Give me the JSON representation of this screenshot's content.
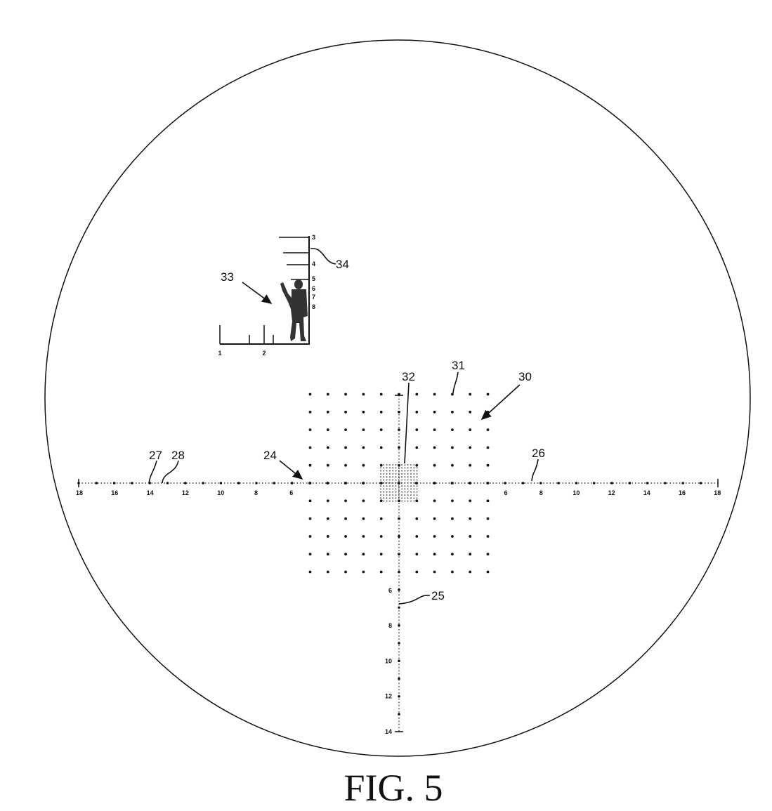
{
  "figure_label": "FIG. 5",
  "reticle": {
    "horizontal_left_labels": [
      "18",
      "16",
      "14",
      "12",
      "10",
      "8",
      "6"
    ],
    "horizontal_right_labels": [
      "6",
      "8",
      "10",
      "12",
      "14",
      "16",
      "18"
    ],
    "vertical_lower_labels": [
      "6",
      "8",
      "10",
      "12",
      "14"
    ],
    "dot_grid_size": 11
  },
  "rangefinder": {
    "vertical_labels": [
      "3",
      "4",
      "5",
      "6",
      "7",
      "8"
    ],
    "horizontal_labels": [
      "1",
      "2"
    ]
  },
  "reference_numerals": {
    "r24": "24",
    "r25": "25",
    "r26": "26",
    "r27": "27",
    "r28": "28",
    "r30": "30",
    "r31": "31",
    "r32": "32",
    "r33": "33",
    "r34": "34"
  }
}
